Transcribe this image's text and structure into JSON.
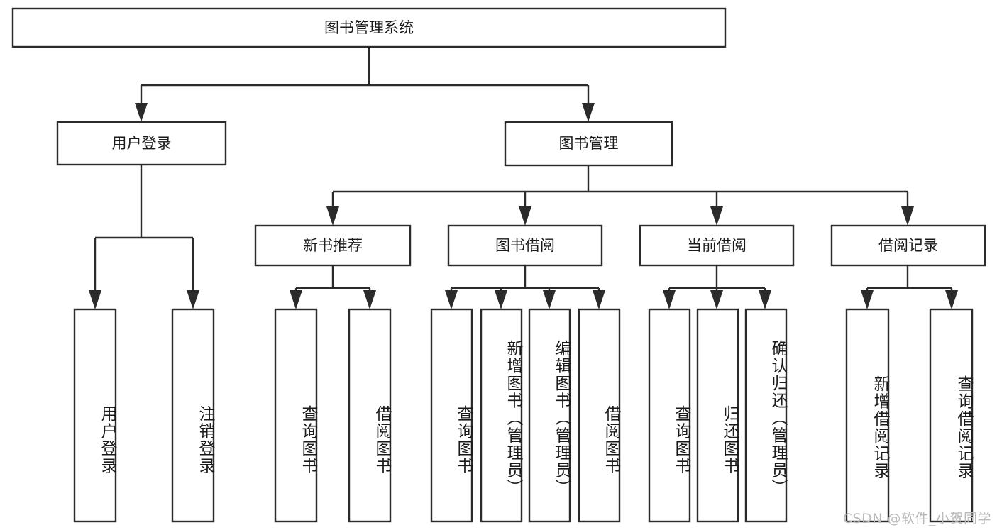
{
  "diagram": {
    "type": "tree-hierarchy",
    "title": "图书管理系统",
    "orientation": "top-down",
    "colors": {
      "box_fill": "#ffffff",
      "box_stroke": "#2b2b2b",
      "connector": "#2b2b2b",
      "text": "#1a1a1a",
      "watermark": "#b9b9b9",
      "background": "#ffffff"
    },
    "levels": {
      "root": {
        "label": "图书管理系统"
      },
      "level2": [
        {
          "label": "用户登录"
        },
        {
          "label": "图书管理"
        }
      ],
      "level3": [
        {
          "label": "新书推荐"
        },
        {
          "label": "图书借阅"
        },
        {
          "label": "当前借阅"
        },
        {
          "label": "借阅记录"
        }
      ]
    },
    "leaves": {
      "user_login": [
        {
          "label": "用户登录"
        },
        {
          "label": "注销登录"
        }
      ],
      "new_book_recommend": [
        {
          "label": "查询图书"
        },
        {
          "label": "借阅图书"
        }
      ],
      "book_borrow": [
        {
          "label": "查询图书"
        },
        {
          "label": "新增图书（管理员）"
        },
        {
          "label": "编辑图书（管理员）"
        },
        {
          "label": "借阅图书"
        }
      ],
      "current_borrow": [
        {
          "label": "查询图书"
        },
        {
          "label": "归还图书"
        },
        {
          "label": "确认归还（管理员）"
        }
      ],
      "borrow_record": [
        {
          "label": "新增借阅记录"
        },
        {
          "label": "查询借阅记录"
        }
      ]
    }
  },
  "watermark": {
    "text": "CSDN @软件_小贺同学"
  }
}
